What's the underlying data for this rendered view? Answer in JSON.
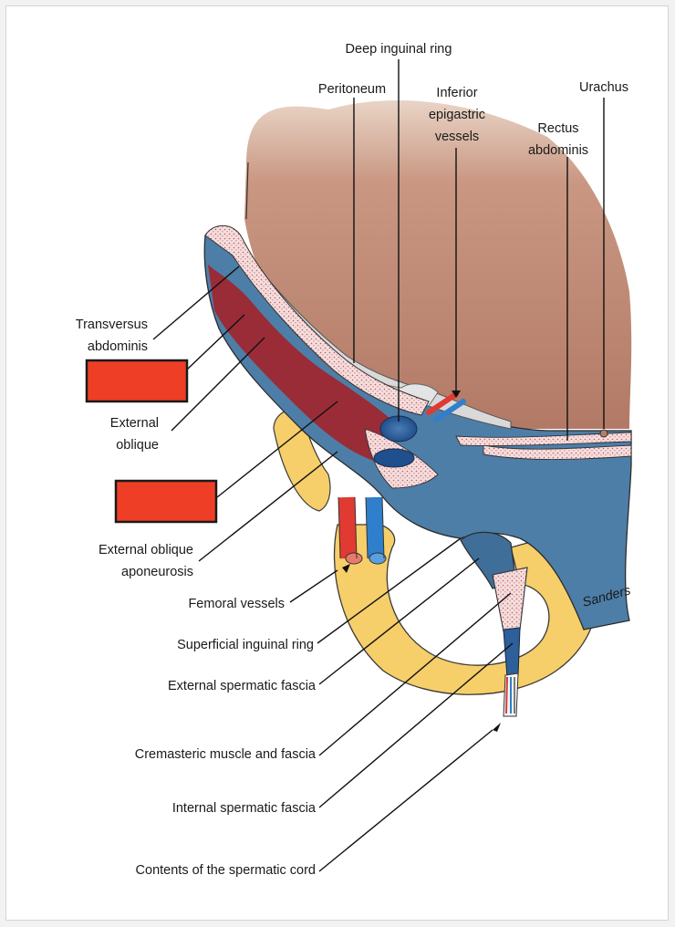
{
  "labels": {
    "deep_inguinal_ring": "Deep inguinal ring",
    "peritoneum": "Peritoneum",
    "inferior_epigastric_1": "Inferior",
    "inferior_epigastric_2": "epigastric",
    "inferior_epigastric_3": "vessels",
    "urachus": "Urachus",
    "rectus_1": "Rectus",
    "rectus_2": "abdominis",
    "transversus_1": "Transversus",
    "transversus_2": "abdominis",
    "external_oblique_1": "External",
    "external_oblique_2": "oblique",
    "eo_aponeurosis_1": "External oblique",
    "eo_aponeurosis_2": "aponeurosis",
    "femoral_vessels": "Femoral vessels",
    "superficial_ring": "Superficial inguinal ring",
    "external_spermatic": "External spermatic fascia",
    "cremasteric": "Cremasteric muscle and fascia",
    "internal_spermatic": "Internal spermatic fascia",
    "cord_contents": "Contents of the spermatic cord",
    "signature": "Sanders"
  },
  "colors": {
    "peritoneal_surface": "#b57e6a",
    "fascia_blue": "#4d7ea8",
    "ligament_yellow": "#f6cf6a",
    "muscle_red": "#a2242a",
    "artery_red": "#e03a33",
    "vein_blue": "#2f7fcc",
    "redacted_box": "#ee3e25"
  }
}
